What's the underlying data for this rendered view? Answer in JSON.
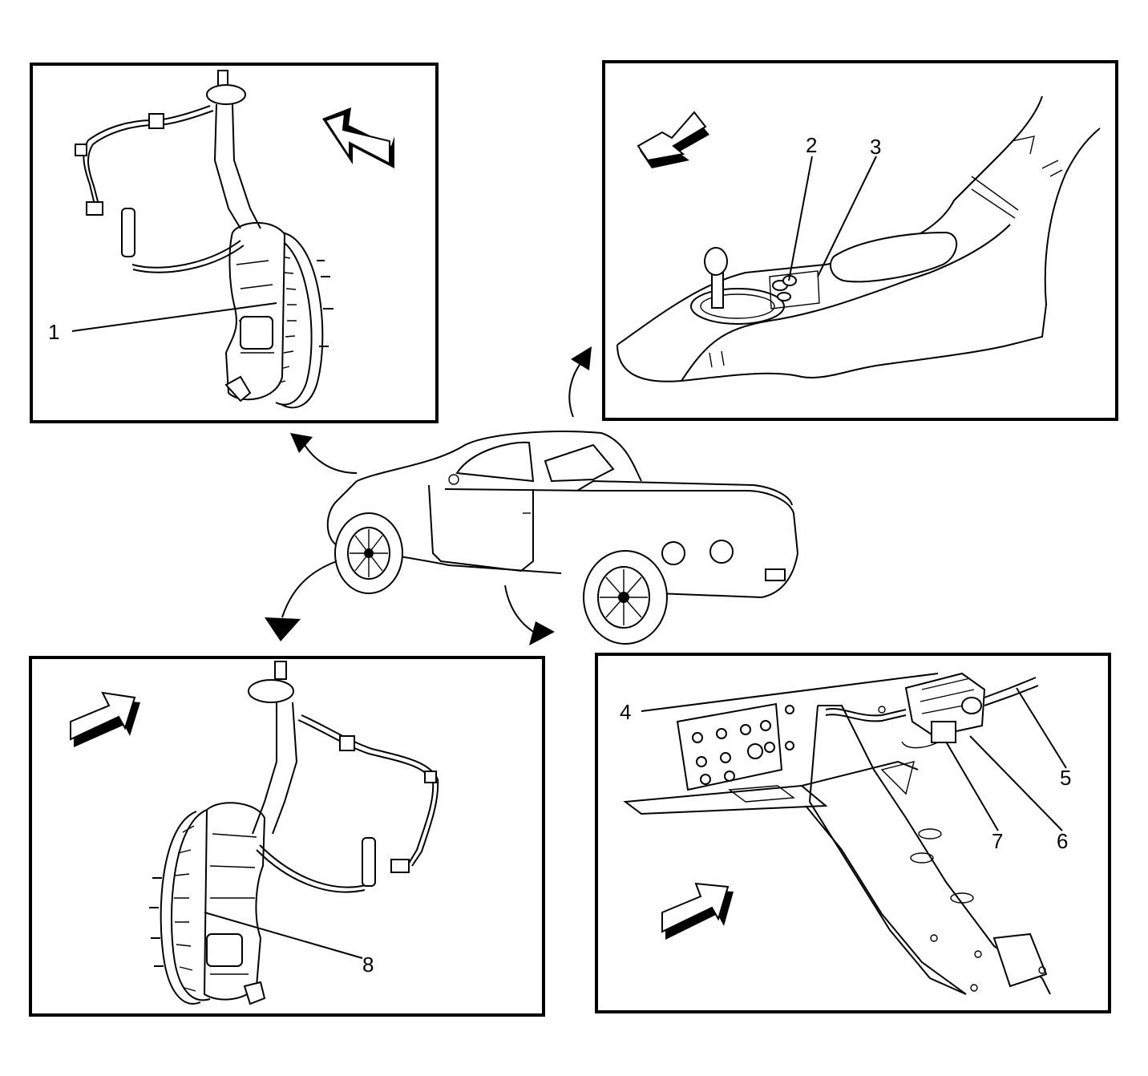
{
  "panels": {
    "front_left_wheel": {
      "callouts": [
        "1"
      ]
    },
    "center_console": {
      "callouts": [
        "2",
        "3"
      ]
    },
    "front_right_wheel": {
      "callouts": [
        "8"
      ]
    },
    "rear_frame": {
      "callouts": [
        "4",
        "5",
        "6",
        "7"
      ]
    }
  },
  "icons": {
    "view_arrow": "view-direction-arrow-icon",
    "pointer_arrow": "curved-pointer-arrow-icon"
  },
  "colors": {
    "line": "#000000",
    "background": "#ffffff"
  }
}
